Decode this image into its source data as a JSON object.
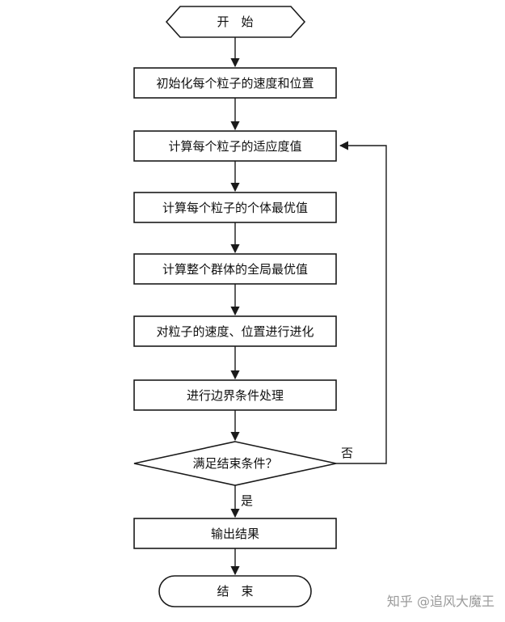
{
  "flowchart": {
    "start": "开　始",
    "steps": [
      "初始化每个粒子的速度和位置",
      "计算每个粒子的适应度值",
      "计算每个粒子的个体最优值",
      "计算整个群体的全局最优值",
      "对粒子的速度、位置进行进化",
      "进行边界条件处理"
    ],
    "decision": "满足结束条件？",
    "no_label": "否",
    "yes_label": "是",
    "output": "输出结果",
    "end": "结　束"
  },
  "watermark": "知乎 @追风大魔王"
}
